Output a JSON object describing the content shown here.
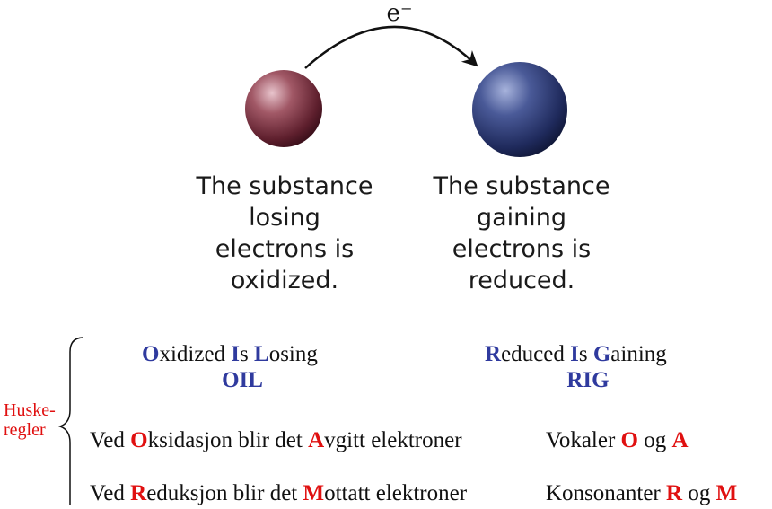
{
  "electron_label": "e⁻",
  "left_caption": [
    "The substance",
    "losing",
    "electrons is",
    "oxidized."
  ],
  "right_caption": [
    "The substance",
    "gaining",
    "electrons is",
    "reduced."
  ],
  "colors": {
    "letter_blue": "#2f3a9e",
    "letter_red": "#e01010"
  },
  "side_label": [
    "Huske-",
    "regler"
  ],
  "oil": {
    "words": [
      {
        "initial": "O",
        "rest": "xidized "
      },
      {
        "initial": "I",
        "rest": "s "
      },
      {
        "initial": "L",
        "rest": "osing"
      }
    ],
    "acronym": "OIL"
  },
  "rig": {
    "words": [
      {
        "initial": "R",
        "rest": "educed "
      },
      {
        "initial": "I",
        "rest": "s "
      },
      {
        "initial": "G",
        "rest": "aining"
      }
    ],
    "acronym": "RIG"
  },
  "rule_oxidation": {
    "p1": "Ved ",
    "k1": "O",
    "p2": "ksidasjon blir det ",
    "k2": "A",
    "p3": "vgitt elektroner"
  },
  "rule_reduction": {
    "p1": "Ved ",
    "k1": "R",
    "p2": "eduksjon blir det ",
    "k2": "M",
    "p3": "ottatt elektroner"
  },
  "vowels": {
    "p1": "Vokaler ",
    "k1": "O",
    "p2": " og ",
    "k2": "A"
  },
  "consonants": {
    "p1": "Konsonanter ",
    "k1": "R",
    "p2": " og ",
    "k2": "M"
  }
}
